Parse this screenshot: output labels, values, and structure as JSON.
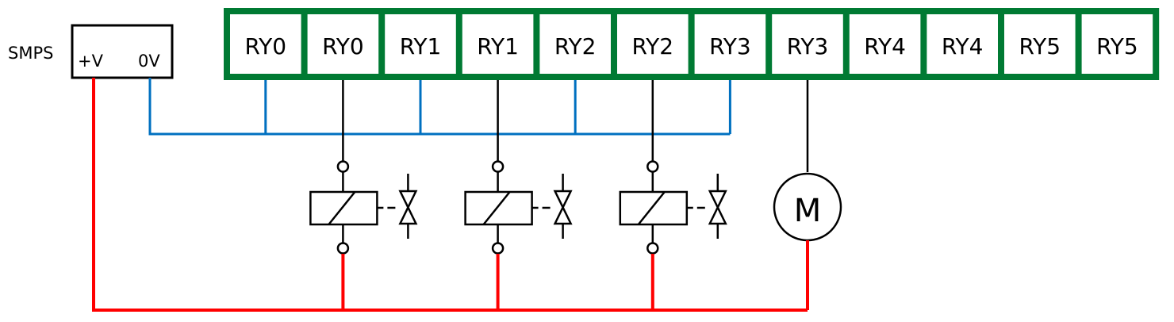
{
  "smps": {
    "label": "SMPS",
    "pos_terminal": "+V",
    "neg_terminal": "0V"
  },
  "terminal_block": {
    "color": "#007a33",
    "terminals": [
      "RY0",
      "RY0",
      "RY1",
      "RY1",
      "RY2",
      "RY2",
      "RY3",
      "RY3",
      "RY4",
      "RY4",
      "RY5",
      "RY5"
    ]
  },
  "wires": {
    "positive_color": "#ff0000",
    "common_color": "#0070c0",
    "load_color": "#000000"
  },
  "loads": [
    {
      "type": "solenoid-valve",
      "terminal_index": 1,
      "common_index": 0
    },
    {
      "type": "solenoid-valve",
      "terminal_index": 3,
      "common_index": 2
    },
    {
      "type": "solenoid-valve",
      "terminal_index": 5,
      "common_index": 4
    },
    {
      "type": "motor",
      "terminal_index": 7,
      "common_index": 6,
      "label": "M"
    }
  ]
}
